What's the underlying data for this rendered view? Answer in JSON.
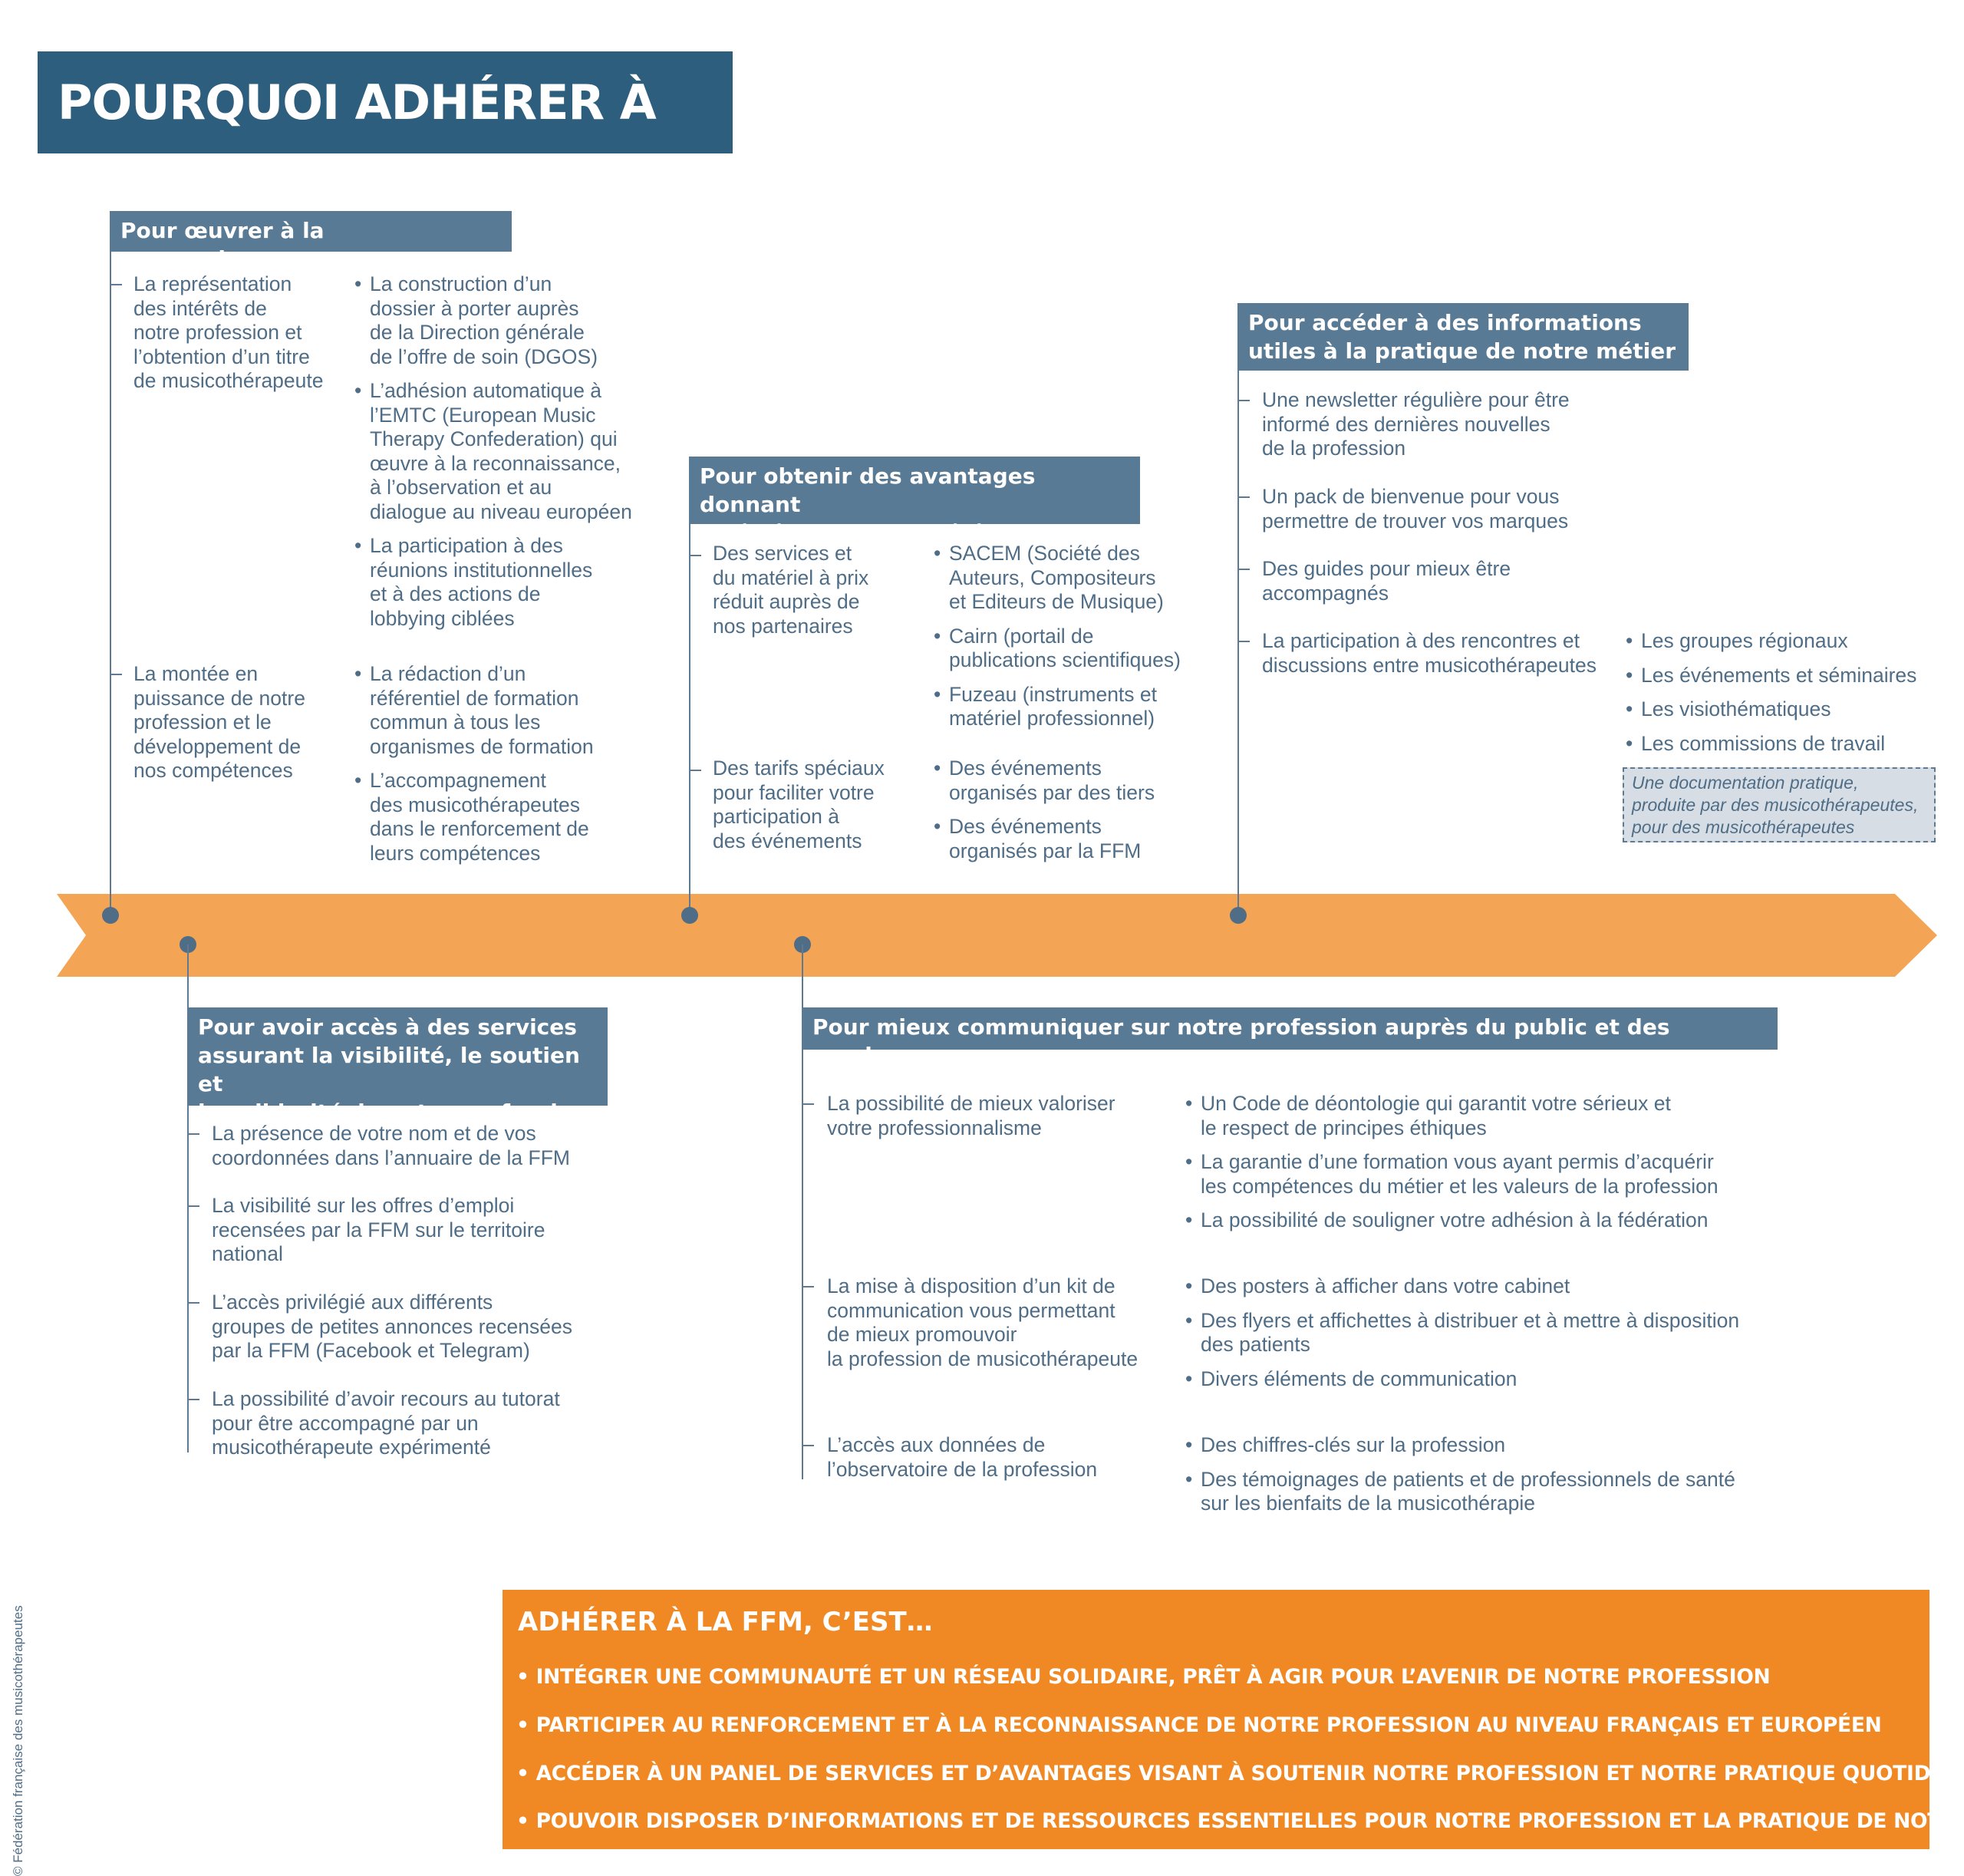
{
  "title": "POURQUOI ADHÉRER À LA FFM ?",
  "colors": {
    "blue_dark": "#2d5e7e",
    "blue_header": "#587a94",
    "text": "#4f6d86",
    "orange_arrow": "#f3a455",
    "orange_box": "#f08823"
  },
  "s1": {
    "heading": "Pour œuvrer à la reconnaissance",
    "a_lines": [
      "La représentation",
      "des intérêts de",
      "notre profession et",
      "l’obtention d’un titre",
      "de musicothérapeute"
    ],
    "a_bullets": [
      [
        "La construction d’un",
        "dossier à porter auprès",
        "de la Direction générale",
        "de l’offre de soin (DGOS)"
      ],
      [
        "L’adhésion automatique à",
        "l’EMTC (European Music",
        "Therapy Confederation) qui",
        "œuvre à la reconnaissance,",
        "à l’observation et au",
        "dialogue au niveau européen"
      ],
      [
        "La participation à des",
        "réunions institutionnelles",
        "et à des actions de",
        "lobbying ciblées"
      ]
    ],
    "b_lines": [
      "La montée en",
      "puissance de notre",
      "profession et le",
      "développement de",
      "nos compétences"
    ],
    "b_bullets": [
      [
        "La rédaction d’un",
        "référentiel de formation",
        "commun à tous les",
        "organismes de formation"
      ],
      [
        "L’accompagnement",
        "des musicothérapeutes",
        "dans le renforcement de",
        "leurs compétences"
      ]
    ]
  },
  "s2": {
    "heading": [
      "Pour obtenir des avantages donnant",
      "accès à des tarifs préférentiels"
    ],
    "a_lines": [
      "Des services et",
      "du matériel à prix",
      "réduit auprès de",
      "nos partenaires"
    ],
    "a_bullets": [
      [
        "SACEM (Société des",
        "Auteurs, Compositeurs",
        "et Editeurs de Musique)"
      ],
      [
        "Cairn (portail de",
        "publications scientifiques)"
      ],
      [
        "Fuzeau (instruments et",
        "matériel professionnel)"
      ]
    ],
    "b_lines": [
      "Des tarifs spéciaux",
      "pour faciliter votre",
      "participation à",
      "des événements"
    ],
    "b_bullets": [
      [
        "Des événements",
        "organisés par des tiers"
      ],
      [
        "Des événements",
        "organisés par la FFM"
      ]
    ]
  },
  "s3": {
    "heading": [
      "Pour accéder à des informations",
      "utiles à la pratique de notre métier"
    ],
    "items": [
      [
        "Une newsletter régulière pour être",
        "informé des dernières nouvelles",
        "de la profession"
      ],
      [
        "Un pack de bienvenue pour vous",
        "permettre de trouver vos marques"
      ],
      [
        "Des guides pour mieux être",
        "accompagnés"
      ],
      [
        "La participation à des rencontres et",
        "discussions entre musicothérapeutes"
      ]
    ],
    "bullets": [
      "Les groupes régionaux",
      "Les événements et séminaires",
      "Les visiothématiques",
      "Les commissions de travail"
    ],
    "note": [
      "Une documentation pratique,",
      "produite par des musicothérapeutes,",
      "pour des musicothérapeutes"
    ]
  },
  "s4": {
    "heading": [
      "Pour avoir accès à des services",
      "assurant la visibilité, le soutien et",
      "la solidarité de notre profession"
    ],
    "items": [
      [
        "La présence de votre nom et de vos",
        "coordonnées dans l’annuaire de la FFM"
      ],
      [
        "La visibilité sur les offres d’emploi",
        "recensées par la FFM sur le territoire",
        "national"
      ],
      [
        "L’accès privilégié aux différents",
        "groupes de petites annonces recensées",
        "par la FFM (Facebook et Telegram)"
      ],
      [
        "La possibilité d’avoir recours au tutorat",
        "pour être accompagné par un",
        "musicothérapeute expérimenté"
      ]
    ]
  },
  "s5": {
    "heading": "Pour mieux communiquer sur notre profession auprès du public et des employeurs",
    "a_lines": [
      "La possibilité de mieux valoriser",
      "votre professionnalisme"
    ],
    "a_bullets": [
      [
        "Un Code de déontologie qui garantit votre sérieux et",
        "le respect de principes éthiques"
      ],
      [
        "La garantie d’une formation vous ayant permis d’acquérir",
        "les compétences du métier et les valeurs de la profession"
      ],
      [
        "La possibilité de souligner votre adhésion à la fédération"
      ]
    ],
    "b_lines": [
      "La mise à disposition d’un kit de",
      "communication vous permettant",
      "de mieux promouvoir",
      "la profession de musicothérapeute"
    ],
    "b_bullets": [
      [
        "Des posters à afficher dans votre cabinet"
      ],
      [
        "Des flyers et affichettes à distribuer et à mettre à disposition",
        "des patients"
      ],
      [
        "Divers éléments de communication"
      ]
    ],
    "c_lines": [
      "L’accès aux données de",
      "l’observatoire de la profession"
    ],
    "c_bullets": [
      [
        "Des chiffres-clés sur la profession"
      ],
      [
        "Des témoignages de patients et de professionnels de santé",
        "sur les bienfaits de la musicothérapie"
      ]
    ]
  },
  "summary": {
    "title": "ADHÉRER À LA FFM, C’EST…",
    "items": [
      "• INTÉGRER UNE COMMUNAUTÉ ET UN RÉSEAU SOLIDAIRE, PRÊT À AGIR POUR L’AVENIR DE NOTRE PROFESSION",
      "• PARTICIPER AU RENFORCEMENT ET À LA RECONNAISSANCE DE NOTRE PROFESSION AU NIVEAU FRANÇAIS ET EUROPÉEN",
      "• ACCÉDER À UN PANEL DE SERVICES ET D’AVANTAGES VISANT À SOUTENIR NOTRE PROFESSION ET NOTRE PRATIQUE QUOTIDIENNE",
      "• POUVOIR DISPOSER D’INFORMATIONS ET DE RESSOURCES ESSENTIELLES POUR NOTRE PROFESSION ET LA PRATIQUE DE NOTRE MÉTIER"
    ]
  },
  "copyright": "© Fédération française des musicothérapeutes"
}
